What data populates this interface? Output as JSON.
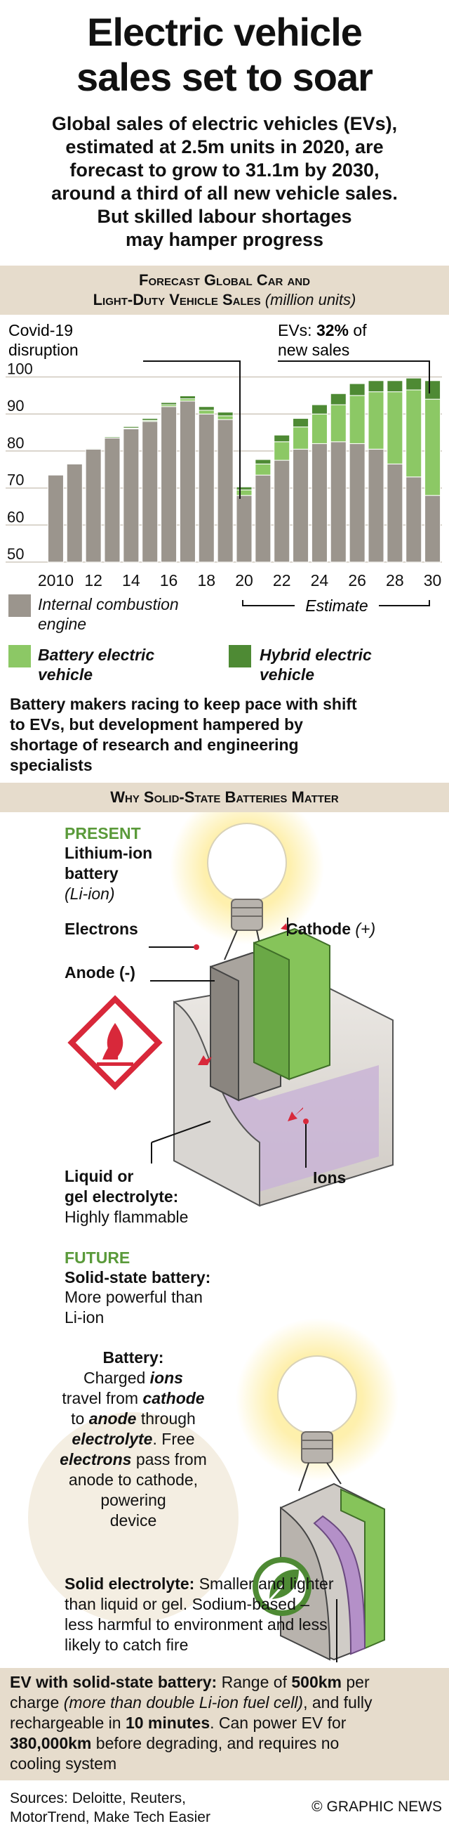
{
  "headline": [
    "Electric vehicle",
    "sales set to soar"
  ],
  "intro": [
    "Global sales of electric vehicles (EVs),",
    "estimated at 2.5m units in 2020, are",
    "forecast to grow to 31.1m by 2030,",
    "around a third of all new vehicle sales.",
    "But skilled labour shortages",
    "may hamper progress"
  ],
  "chart_section": {
    "title_line1": "Forecast Global Car and",
    "title_line2": "Light-Duty Vehicle Sales",
    "unit": "(million units)"
  },
  "annotations": {
    "covid_line1": "Covid-19",
    "covid_line2": "disruption",
    "ev_prefix": "EVs: ",
    "ev_value": "32%",
    "ev_suffix": " of",
    "ev_line2": "new sales",
    "estimate": "Estimate"
  },
  "legend": {
    "ice_line1": "Internal combustion",
    "ice_line2": "engine",
    "bev_line1": "Battery electric",
    "bev_line2": "vehicle",
    "hev_line1": "Hybrid electric",
    "hev_line2": "vehicle"
  },
  "colors": {
    "ice": "#9b958d",
    "bev": "#8cc865",
    "hev": "#4e8a34",
    "band": "#e6dccc",
    "red": "#d8283a",
    "cathode": "#86c45a",
    "purple": "#b490c8"
  },
  "chart_data": {
    "type": "bar",
    "stacked": true,
    "x": [
      2010,
      2011,
      2012,
      2013,
      2014,
      2015,
      2016,
      2017,
      2018,
      2019,
      2020,
      2021,
      2022,
      2023,
      2024,
      2025,
      2026,
      2027,
      2028,
      2029,
      2030
    ],
    "x_tick_labels": [
      "2010",
      "12",
      "14",
      "16",
      "18",
      "20",
      "22",
      "24",
      "26",
      "28",
      "30"
    ],
    "series": [
      {
        "name": "Internal combustion engine",
        "values": [
          73.5,
          76.5,
          80.5,
          83.5,
          86,
          88,
          92,
          93.5,
          90,
          88.5,
          68,
          73.5,
          77.5,
          80.5,
          82,
          82.5,
          82,
          80.5,
          76.5,
          73,
          68
        ]
      },
      {
        "name": "Battery electric vehicle",
        "values": [
          0,
          0,
          0,
          0,
          0.2,
          0.3,
          0.5,
          0.6,
          1,
          1,
          1.5,
          3,
          5,
          6,
          8,
          10,
          13,
          15.5,
          19.5,
          23.5,
          26
        ]
      },
      {
        "name": "Hybrid electric vehicle",
        "values": [
          0,
          0.1,
          0.2,
          0.3,
          0.4,
          0.5,
          0.6,
          0.8,
          1,
          1,
          0.8,
          1.2,
          1.8,
          2.3,
          2.5,
          3,
          3.2,
          3,
          3,
          3.2,
          5
        ]
      }
    ],
    "y_ticks": [
      50,
      60,
      70,
      80,
      90,
      100
    ],
    "ylim": [
      50,
      102
    ],
    "grid": true
  },
  "note": [
    "Battery makers racing to keep pace with shift",
    "to EVs, but development hampered by",
    "shortage of research and engineering",
    "specialists"
  ],
  "batteries_section": {
    "title": "Why Solid-State Batteries Matter"
  },
  "present": {
    "heading": "PRESENT",
    "battery_line1": "Lithium-ion",
    "battery_line2": "battery",
    "battery_abbr": "(Li-ion)",
    "electrons": "Electrons",
    "cathode": "Cathode",
    "cathode_sign": "(+)",
    "anode": "Anode (-)",
    "ions": "Ions",
    "electrolyte_line1": "Liquid or",
    "electrolyte_line2": "gel electrolyte:",
    "electrolyte_desc": "Highly flammable"
  },
  "future": {
    "heading": "FUTURE",
    "battery_title": "Solid-state battery:",
    "battery_desc_line1": "More powerful than",
    "battery_desc_line2": "Li-ion"
  },
  "explainer": {
    "title": "Battery:",
    "line1a": "Charged ",
    "line1b": "ions",
    "line2a": "travel from ",
    "line2b": "cathode",
    "line3a": "to ",
    "line3b": "anode",
    "line3c": " through",
    "line4a": "electrolyte",
    "line4b": ". Free",
    "line5a": "electrons",
    "line5b": " pass from",
    "line6": "anode to cathode,",
    "line7": "powering",
    "line8": "device"
  },
  "solid_electrolyte": {
    "label": "Solid electrolyte:",
    "text1": " Smaller and lighter",
    "text2": "than liquid or gel. Sodium-based –",
    "text3": "less harmful to environment and less",
    "text4": "likely to catch fire"
  },
  "ev_box": {
    "label": "EV with solid-state battery:",
    "t1": " Range of ",
    "range": "500km",
    "t2": " per",
    "t3": "charge ",
    "t4": "(more than double Li-ion fuel cell)",
    "t5": ", and fully",
    "t6": "rechargeable in ",
    "time": "10 minutes",
    "t7": ". Can power EV for",
    "distance": "380,000km",
    "t8": " before degrading, and requires no",
    "t9": "cooling system"
  },
  "sources": {
    "line1": "Sources: Deloitte, Reuters,",
    "line2": "MotorTrend, Make Tech Easier"
  },
  "credit": "© GRAPHIC NEWS"
}
